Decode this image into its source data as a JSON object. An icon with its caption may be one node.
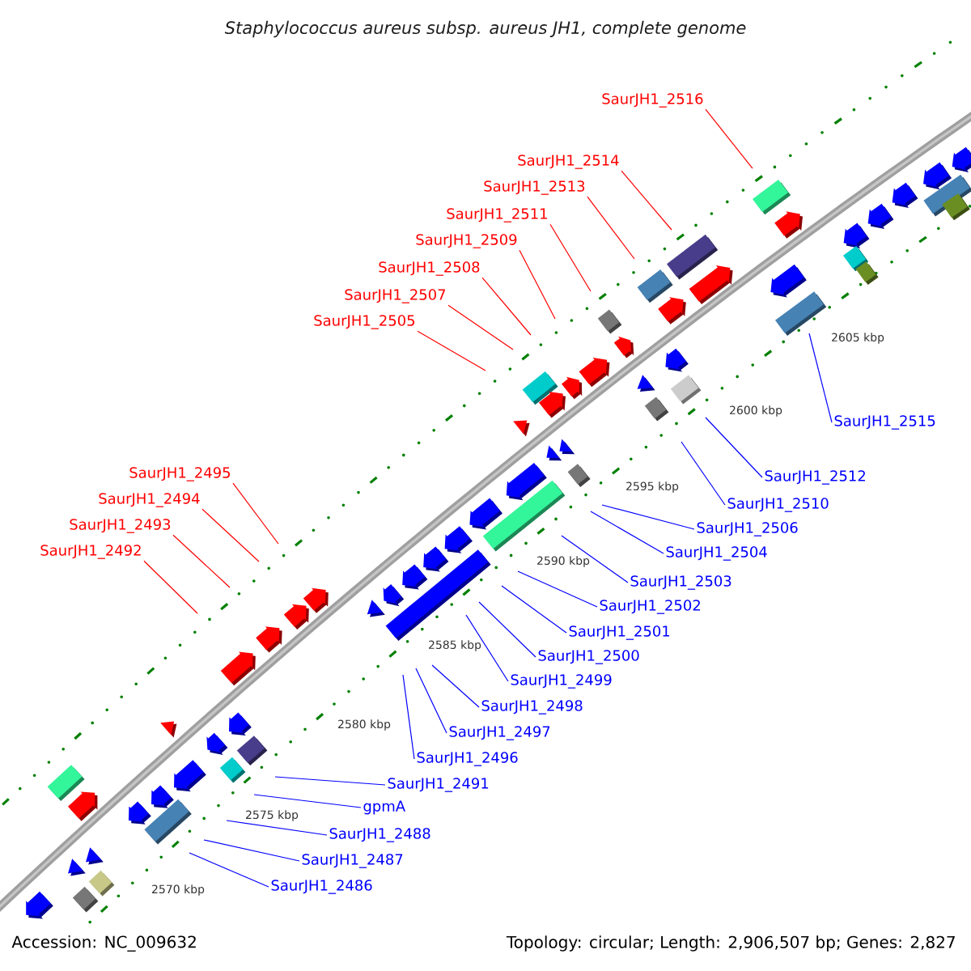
{
  "diagram": {
    "title": "Staphylococcus aureus subsp. aureus JH1, complete genome",
    "nodes": [
      {
        "text": [
          "SaurJH1_2516"
        ]
      },
      {
        "text": [
          "SaurJH1_2514"
        ]
      },
      {
        "text": [
          "SaurJH1_2513"
        ]
      },
      {
        "text": [
          "SaurJH1_2511"
        ]
      },
      {
        "text": [
          "SaurJH1_2509"
        ]
      },
      {
        "text": [
          "SaurJH1_2508"
        ]
      },
      {
        "text": [
          "SaurJH1_2507"
        ]
      },
      {
        "text": [
          "SaurJH1_2505"
        ]
      },
      {
        "text": [
          "SaurJH1_2515"
        ]
      },
      {
        "text": [
          "SaurJH1_2495"
        ]
      },
      {
        "text": [
          "SaurJH1_2512"
        ]
      },
      {
        "text": [
          "SaurJH1_2494"
        ]
      },
      {
        "text": [
          "SaurJH1_2510"
        ]
      },
      {
        "text": [
          "SaurJH1_2493"
        ]
      },
      {
        "text": [
          "SaurJH1_2506"
        ]
      },
      {
        "text": [
          "SaurJH1_2492"
        ]
      },
      {
        "text": [
          "SaurJH1_2504"
        ]
      },
      {
        "text": [
          "SaurJH1_2503"
        ]
      },
      {
        "text": [
          "SaurJH1_2502"
        ]
      },
      {
        "text": [
          "SaurJH1_2501"
        ]
      },
      {
        "text": [
          "SaurJH1_2500"
        ]
      },
      {
        "text": [
          "SaurJH1_2499"
        ]
      },
      {
        "text": [
          "SaurJH1_2498"
        ]
      },
      {
        "text": [
          "SaurJH1_2497"
        ]
      },
      {
        "text": [
          "SaurJH1_2496"
        ]
      },
      {
        "text": [
          "SaurJH1_2491"
        ]
      },
      {
        "text": [
          "gpmA"
        ]
      },
      {
        "text": [
          "SaurJH1_2488"
        ]
      },
      {
        "text": [
          "SaurJH1_2487"
        ]
      },
      {
        "text": [
          "SaurJH1_2486"
        ]
      }
    ],
    "edges": [
      {
        "from": 0,
        "to": null,
        "arrow": "none",
        "color": "#ff0000"
      },
      {
        "from": 1,
        "to": null,
        "arrow": "none",
        "color": "#ff0000"
      },
      {
        "from": 2,
        "to": null,
        "arrow": "none",
        "color": "#ff0000"
      },
      {
        "from": 3,
        "to": null,
        "arrow": "none",
        "color": "#ff0000"
      },
      {
        "from": 4,
        "to": null,
        "arrow": "none",
        "color": "#ff0000"
      },
      {
        "from": 5,
        "to": null,
        "arrow": "none",
        "color": "#ff0000"
      },
      {
        "from": 6,
        "to": null,
        "arrow": "none",
        "color": "#ff0000"
      },
      {
        "from": 7,
        "to": null,
        "arrow": "none",
        "color": "#ff0000"
      },
      {
        "from": 8,
        "to": null,
        "arrow": "none"
      },
      {
        "from": 9,
        "to": null,
        "arrow": "none",
        "color": "#ff0000"
      },
      {
        "from": 10,
        "to": null,
        "arrow": "none"
      },
      {
        "from": 11,
        "to": null,
        "arrow": "none",
        "color": "#ff0000"
      },
      {
        "from": 12,
        "to": null,
        "arrow": "none"
      },
      {
        "from": 13,
        "to": null,
        "arrow": "none",
        "color": "#ff0000"
      },
      {
        "from": 14,
        "to": null,
        "arrow": "none"
      },
      {
        "from": 15,
        "to": null,
        "arrow": "none",
        "color": "#ff0000"
      },
      {
        "from": 16,
        "to": null,
        "arrow": "none"
      },
      {
        "from": 17,
        "to": null,
        "arrow": "none"
      },
      {
        "from": 18,
        "to": null,
        "arrow": "none"
      },
      {
        "from": 19,
        "to": null,
        "arrow": "none"
      },
      {
        "from": 20,
        "to": null,
        "arrow": "none"
      },
      {
        "from": 21,
        "to": null,
        "arrow": "none"
      },
      {
        "from": 22,
        "to": null,
        "arrow": "none"
      },
      {
        "from": 23,
        "to": null,
        "arrow": "none"
      },
      {
        "from": 24,
        "to": null,
        "arrow": "none"
      },
      {
        "from": 25,
        "to": null,
        "arrow": "none"
      },
      {
        "from": 26,
        "to": null,
        "arrow": "none"
      },
      {
        "from": 27,
        "to": null,
        "arrow": "none"
      },
      {
        "from": 28,
        "to": null,
        "arrow": "none"
      },
      {
        "from": 29,
        "to": null,
        "arrow": "none"
      }
    ],
    "labels": [
      "2605 kbp",
      "2600 kbp",
      "2595 kbp",
      "2590 kbp",
      "2585 kbp",
      "2580 kbp",
      "2575 kbp",
      "2570 kbp",
      "Accession: NC_009632",
      "Topology: circular; Length: 2,906,507 bp; Genes: 2,827"
    ]
  }
}
